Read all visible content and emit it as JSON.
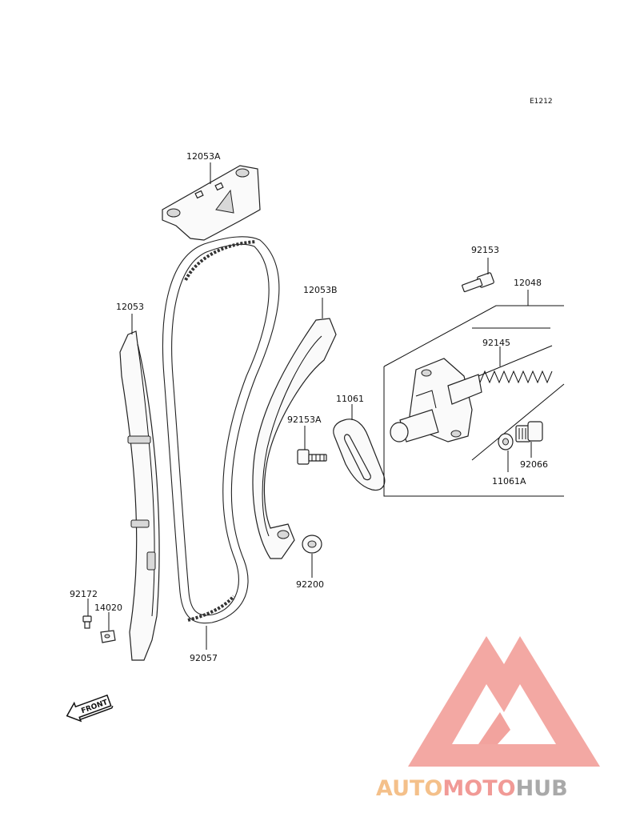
{
  "diagram_code": "E1212",
  "parts": [
    {
      "id": "p-12053a",
      "number": "12053A"
    },
    {
      "id": "p-12053b",
      "number": "12053B"
    },
    {
      "id": "p-12053",
      "number": "12053"
    },
    {
      "id": "p-92153",
      "number": "92153"
    },
    {
      "id": "p-12048",
      "number": "12048"
    },
    {
      "id": "p-92145",
      "number": "92145"
    },
    {
      "id": "p-11061",
      "number": "11061"
    },
    {
      "id": "p-92153a",
      "number": "92153A"
    },
    {
      "id": "p-92066",
      "number": "92066"
    },
    {
      "id": "p-11061a",
      "number": "11061A"
    },
    {
      "id": "p-92200",
      "number": "92200"
    },
    {
      "id": "p-92172",
      "number": "92172"
    },
    {
      "id": "p-14020",
      "number": "14020"
    },
    {
      "id": "p-92057",
      "number": "92057"
    }
  ],
  "front_marker": "FRONT",
  "watermark": {
    "part1": "AUTO",
    "part2": "MOTO",
    "part3": "HUB",
    "colors": {
      "logo": "#f2a39e",
      "auto": "#f4c08a",
      "moto": "#f19a96",
      "hub": "#a9a9a9"
    }
  }
}
